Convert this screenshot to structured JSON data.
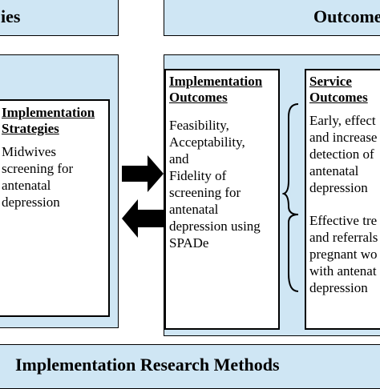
{
  "headers": {
    "strategies": "ies",
    "outcomes": "Outcome",
    "methods": "Implementation Research Methods"
  },
  "strategies_box": {
    "title_lines": [
      "Implementation",
      "Strategies"
    ],
    "body_lines": [
      "Midwives",
      "screening for",
      "antenatal",
      "depression"
    ]
  },
  "implementation_outcomes_box": {
    "title_lines": [
      "Implementation",
      "Outcomes"
    ],
    "body_lines": [
      "Feasibility,",
      "Acceptability,",
      "and",
      "Fidelity of",
      "screening for",
      "antenatal",
      "depression using",
      "SPADe"
    ]
  },
  "service_outcomes_box": {
    "title_lines": [
      "Service",
      "Outcomes"
    ],
    "body_lines_1": [
      "Early, effect",
      "and increase",
      "detection of",
      "antenatal",
      "depression"
    ],
    "body_lines_2": [
      "Effective tre",
      "and referrals",
      "pregnant wo",
      "with antenat",
      "depression"
    ]
  },
  "colors": {
    "panel_fill": "#cfe6f4",
    "border": "#000000",
    "arrow": "#000000"
  }
}
